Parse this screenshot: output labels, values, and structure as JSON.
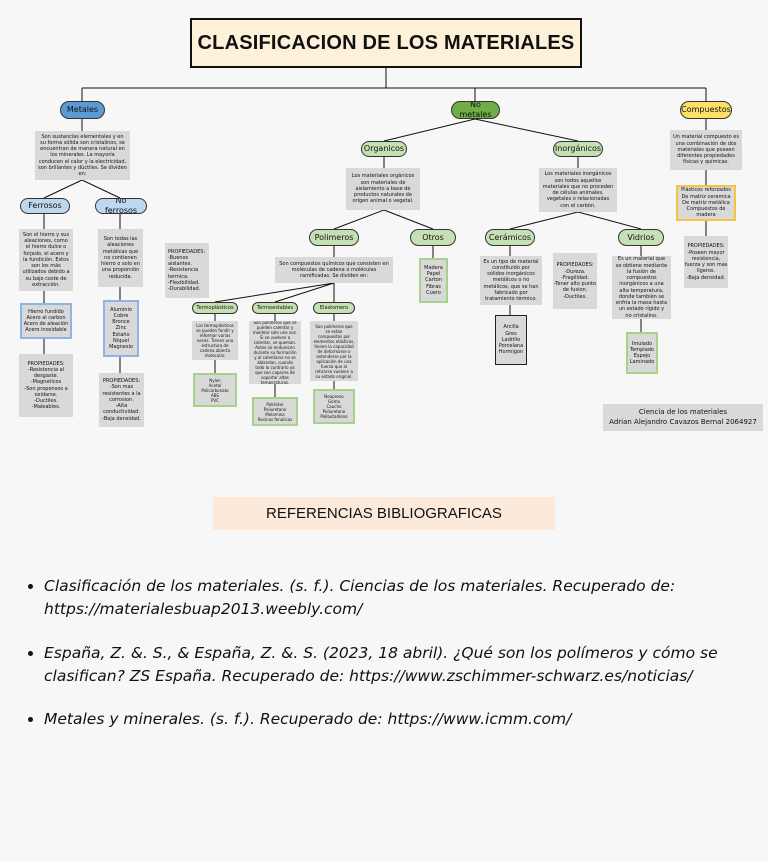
{
  "title": "CLASIFICACION DE LOS MATERIALES",
  "categories": {
    "metales": "Metales",
    "no_metales": "No metales",
    "compuestos": "Compuestos"
  },
  "metales": {
    "description": "Son sustancias elementales y en su forma sólida son cristalinos, se encuentran de manera natural en los minerales. La mayoría conducen el calor y la electricidad, son brillantes y dúctiles. Se dividen en:",
    "ferrosos": {
      "label": "Ferrosos",
      "description": "Son el hierro y sus aleaciones, como el hierro dulce o forjado, el acero y la fundición. Estos son los más utilizados debido a su bajo coste de extracción.",
      "examples": [
        "Hierro fundido",
        "Acero al carbon",
        "Acero de aleación",
        "Acero inoxidable"
      ],
      "properties_title": "PROPIEDADES:",
      "properties": [
        "-Resistencia al desgaste.",
        "-Magneticos",
        "-Son propensos a oxidarse.",
        "-Ductiles.",
        "-Maleables."
      ]
    },
    "no_ferrosos": {
      "label": "No ferrosos",
      "description": "Son todas las aleaciones metálicas que no contienen hierro o solo en una proporción reducida.",
      "examples": [
        "Aluminio",
        "Cobre",
        "Bronce",
        "Zinc",
        "Estaño",
        "Niquel",
        "Magnesio"
      ],
      "properties_title": "PROPIEDADES:",
      "properties": [
        "-Son mas resistentes a la corrosion.",
        "-Alta conductividad.",
        "-Baja densidad."
      ]
    }
  },
  "no_metales": {
    "organicos": {
      "label": "Organicos",
      "description": "Los materiales orgánicos son materiales de aislamiento a base de productos naturales de origen animal o vegetal."
    },
    "inorganicos": {
      "label": "Inorgánicos",
      "description": "Los materiales inorgánicos son todos aquellos materiales que no proceden de células animales, vegetales o relacionadas con el carbón."
    },
    "polimeros": {
      "label": "Polimeros",
      "description": "Son compuestos químicos que consisten en moléculas de cadena o moléculas ramificadas. Se dividen en:",
      "properties_title": "PROPIEDADES:",
      "properties": [
        "-Buenos aislantes.",
        "-Resistencia termica.",
        "-Flexibilidad.",
        "-Durabilidad."
      ],
      "termoplasticos": {
        "label": "Termoplásticos",
        "description": "Los termoplásticos se pueden fundir y reformar varias veces. Tienen una estructura de cadena abierta molecular.",
        "examples": [
          "Nylon",
          "Acetal",
          "Policarbonato",
          "ABS",
          "PVC"
        ]
      },
      "termoestables": {
        "label": "Termoestables",
        "description": "Son polímeros que se pueden calentar y moldear solo una vez. Si se vuelven a calentar, se queman. Antes se endurecen durante su formación y al calentarse no se ablandan, cuando todo lo contrario ya que son capaces de soportar altas temperaturas.",
        "examples": [
          "Poliéster",
          "Poliuretano",
          "Melamina",
          "Resinas fenolicas"
        ]
      },
      "elastomeros": {
        "label": "Elastomero",
        "description": "Son polímeros que se estan compuestos por elementos elásticos, tienen la capacidad de deformarse o extenderse por la aplicación de una fuerza que al retirarse vuelven a su estado original.",
        "examples": [
          "Neopreno",
          "Goma",
          "Caucho",
          "Poliuretano",
          "Polibutadieno"
        ]
      }
    },
    "otros": {
      "label": "Otros",
      "examples": [
        "Madera",
        "Papel",
        "Carton",
        "Fibras",
        "Cuero"
      ]
    },
    "ceramicos": {
      "label": "Cerámicos",
      "description": "Es un tipo de material constituido por sólidos inorgánicos metálicos o no metálicos, que se han fabricado por tratamiento térmico.",
      "properties_title": "PROPIEDADES:",
      "properties": [
        "-Dureza.",
        "-Fragilidad.",
        "-Tener alto punto de fusion.",
        "-Ductiles."
      ],
      "examples": [
        "Arcilla",
        "Gres",
        "Ladrillo",
        "Porcelana",
        "Hormigon"
      ]
    },
    "vidrios": {
      "label": "Vidrios",
      "description": "Es un material que se obtiene mediante la fusión de compuestos inorgánicos a una alta temperatura, donde también se enfría la masa hasta un estado rígido y no cristalino.",
      "examples": [
        "Imulado",
        "Templado",
        "Espejo",
        "Laminado"
      ]
    }
  },
  "compuestos": {
    "description": "Un material compuesto es una combinación de dos materiales que poseen diferentes propiedades físicas y químicas.",
    "examples": [
      "Plásticos reforzados",
      "De matriz ceramica",
      "De matriz metálica",
      "Compuestos de madera"
    ],
    "properties_title": "PROPIEDADES:",
    "properties": [
      "-Poseen mayor resistencia, fuerza y son mas ligeros.",
      "-Baja densidad."
    ]
  },
  "credit": {
    "course": "Ciencia de los materiales",
    "author": "Adrian Alejandro Cavazos Bernal 2064927"
  },
  "references_header": "REFERENCIAS BIBLIOGRAFICAS",
  "references": [
    "Clasificación de los materiales. (s. f.). Ciencias de los materiales. Recuperado de: https://materialesbuap2013.weebly.com/",
    "España, Z. &. S., & España, Z. &. S. (2023, 18 abril). ¿Qué son los polímeros y cómo se clasifican? ZS España. Recuperado de: https://www.zschimmer-schwarz.es/noticias/",
    "Metales y minerales. (s. f.). Recuperado de: https://www.icmm.com/"
  ]
}
